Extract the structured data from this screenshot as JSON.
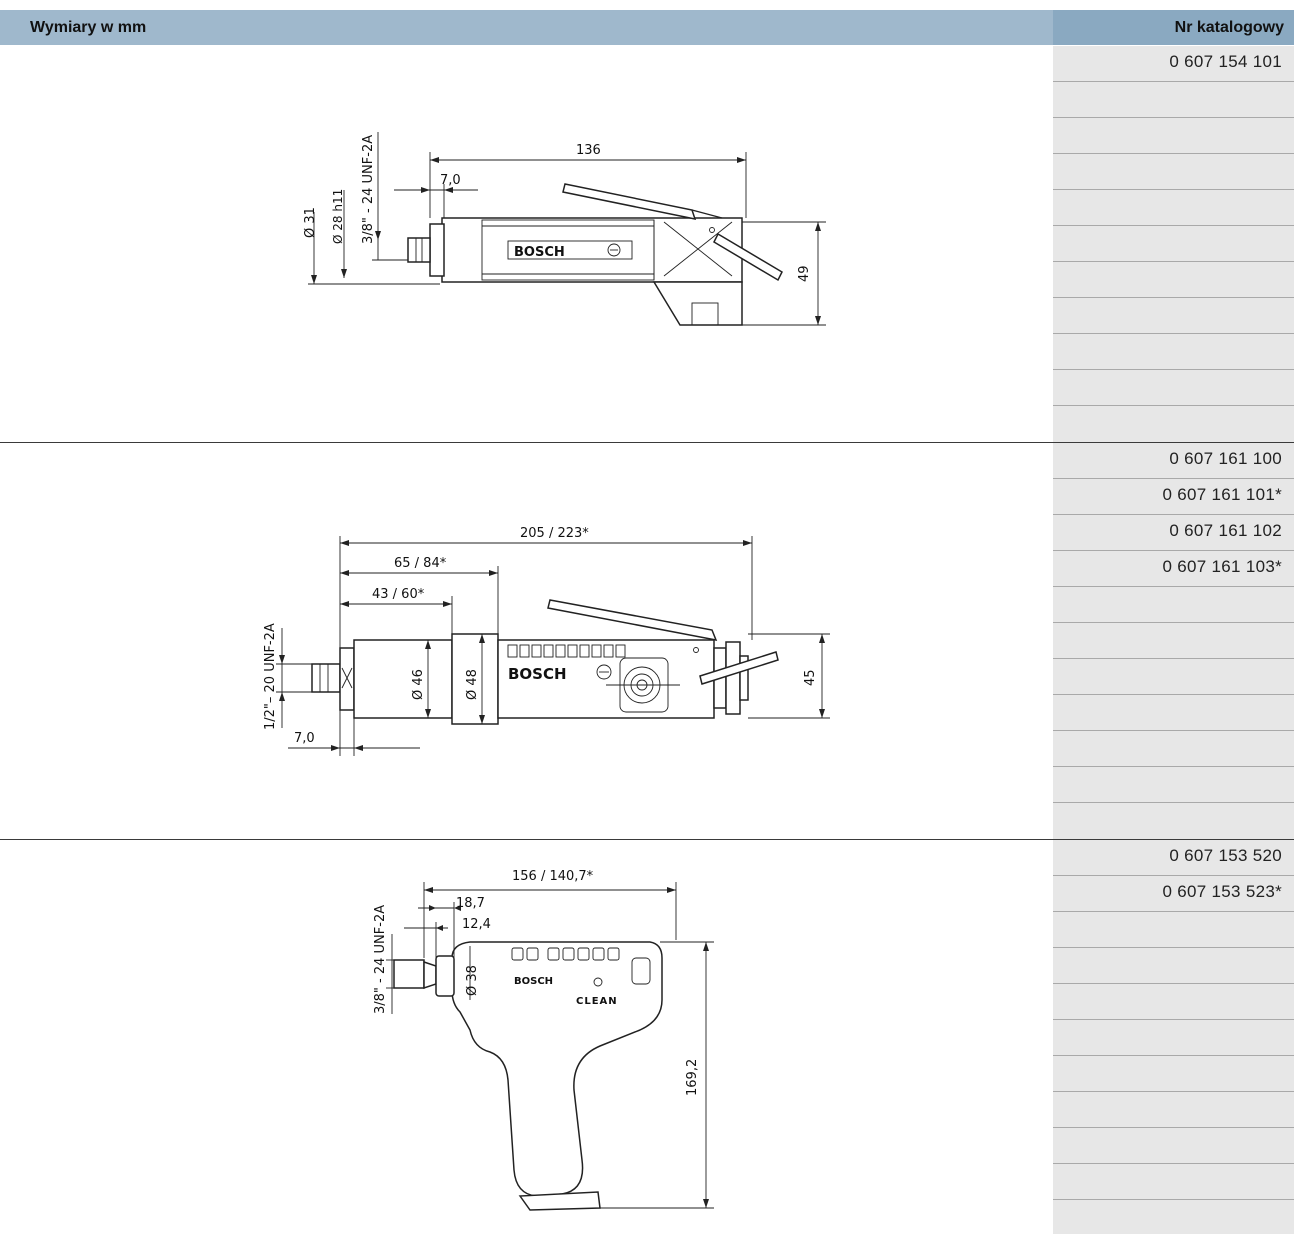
{
  "header": {
    "left_title": "Wymiary w mm",
    "right_title": "Nr katalogowy"
  },
  "sections": [
    {
      "catalog_numbers": [
        "0 607 154 101"
      ],
      "dimensions": {
        "length": "136",
        "offset": "7,0",
        "height": "49",
        "dia_outer": "Ø 31",
        "dia_inner": "Ø 28 h11",
        "thread": "3/8\" - 24 UNF-2A",
        "brand": "BOSCH"
      }
    },
    {
      "catalog_numbers": [
        "0 607 161 100",
        "0 607 161 101*",
        "0 607 161 102",
        "0 607 161 103*"
      ],
      "dimensions": {
        "length": "205 / 223*",
        "len_mid": "65 / 84*",
        "len_short": "43 / 60*",
        "offset": "7,0",
        "height": "45",
        "dia_a": "Ø 46",
        "dia_b": "Ø 48",
        "thread": "1/2\"– 20 UNF-2A",
        "brand": "BOSCH"
      }
    },
    {
      "catalog_numbers": [
        "0 607 153 520",
        "0 607 153 523*"
      ],
      "dimensions": {
        "length": "156 / 140,7*",
        "off_a": "18,7",
        "off_b": "12,4",
        "height": "169,2",
        "dia": "Ø 38",
        "thread": "3/8\" - 24 UNF-2A",
        "brand": "BOSCH",
        "label": "CLEAN"
      }
    }
  ]
}
